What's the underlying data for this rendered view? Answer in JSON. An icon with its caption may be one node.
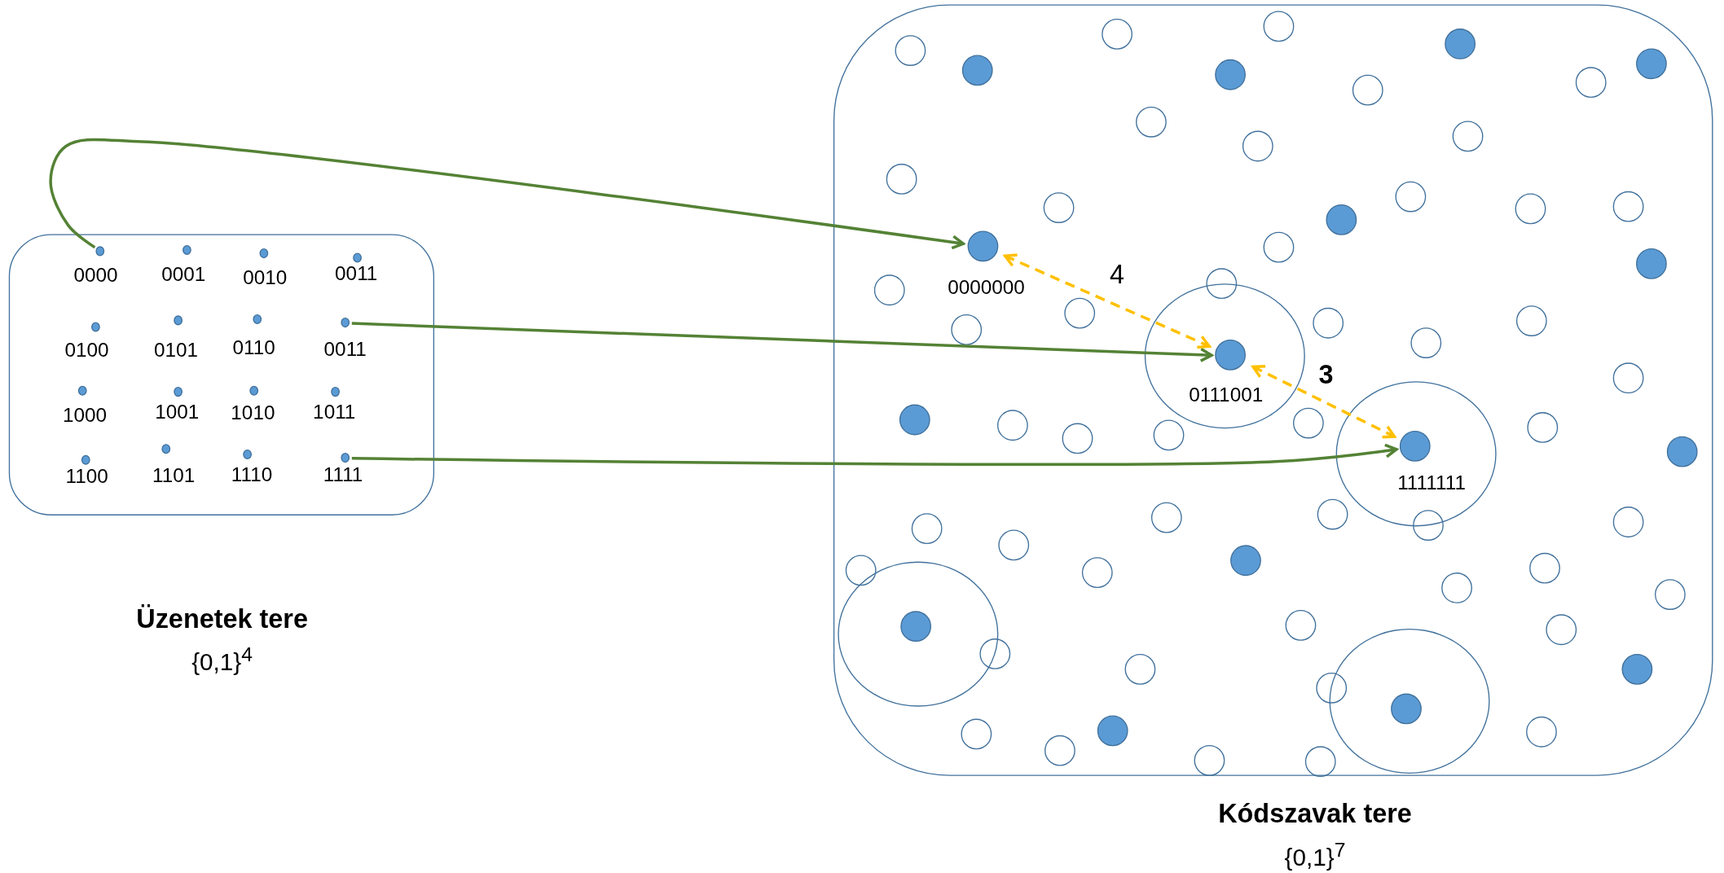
{
  "diagram": {
    "nodes": [
      {
        "text": [],
        "shape": "box"
      },
      {
        "text": [],
        "shape": "dot",
        "in": 0,
        "beside": [
          "0000"
        ]
      },
      {
        "text": [],
        "shape": "dot",
        "in": 0,
        "beside": [
          "0001"
        ]
      },
      {
        "text": [],
        "shape": "dot",
        "in": 0,
        "beside": [
          "0010"
        ]
      },
      {
        "text": [],
        "shape": "dot",
        "in": 0,
        "beside": [
          "0011"
        ]
      },
      {
        "text": [],
        "shape": "dot",
        "in": 0,
        "beside": [
          "0100"
        ]
      },
      {
        "text": [],
        "shape": "dot",
        "in": 0,
        "beside": [
          "0101"
        ]
      },
      {
        "text": [],
        "shape": "dot",
        "in": 0,
        "beside": [
          "0110"
        ]
      },
      {
        "text": [],
        "shape": "dot",
        "in": 0,
        "beside": [
          "0011"
        ]
      },
      {
        "text": [],
        "shape": "dot",
        "in": 0,
        "beside": [
          "1000"
        ]
      },
      {
        "text": [],
        "shape": "dot",
        "in": 0,
        "beside": [
          "1001"
        ]
      },
      {
        "text": [],
        "shape": "dot",
        "in": 0,
        "beside": [
          "1010"
        ]
      },
      {
        "text": [],
        "shape": "dot",
        "in": 0,
        "beside": [
          "1011"
        ]
      },
      {
        "text": [],
        "shape": "dot",
        "in": 0,
        "beside": [
          "1100"
        ]
      },
      {
        "text": [],
        "shape": "dot",
        "in": 0,
        "beside": [
          "1101"
        ]
      },
      {
        "text": [],
        "shape": "dot",
        "in": 0,
        "beside": [
          "1110"
        ]
      },
      {
        "text": [],
        "shape": "dot",
        "in": 0,
        "beside": [
          "1111"
        ]
      },
      {
        "text": [],
        "shape": "box"
      },
      {
        "text": [],
        "shape": "circle",
        "in": 17
      },
      {
        "text": [],
        "shape": "circle",
        "in": 17
      },
      {
        "text": [],
        "shape": "circle",
        "in": 17
      },
      {
        "text": [],
        "shape": "circle",
        "in": 17
      },
      {
        "text": [],
        "shape": "dot",
        "in": 17,
        "beside": [
          "0000000"
        ]
      },
      {
        "text": [],
        "shape": "dot",
        "in": 18,
        "beside": [
          "0111001"
        ]
      },
      {
        "text": [],
        "shape": "dot",
        "in": 19,
        "beside": [
          "1111111"
        ]
      },
      {
        "text": [],
        "shape": "dot",
        "in": 20
      },
      {
        "text": [],
        "shape": "dot",
        "in": 21
      },
      {
        "text": [],
        "shape": "dot",
        "in": 17
      },
      {
        "text": [],
        "shape": "dot",
        "in": 17
      },
      {
        "text": [],
        "shape": "dot",
        "in": 17
      },
      {
        "text": [],
        "shape": "dot",
        "in": 17
      },
      {
        "text": [],
        "shape": "dot",
        "in": 17
      },
      {
        "text": [],
        "shape": "dot",
        "in": 17
      },
      {
        "text": [],
        "shape": "dot",
        "in": 17
      },
      {
        "text": [],
        "shape": "dot",
        "in": 17
      },
      {
        "text": [],
        "shape": "dot",
        "in": 17
      },
      {
        "text": [],
        "shape": "dot",
        "in": 17
      },
      {
        "text": [],
        "shape": "dot",
        "in": 17
      },
      {
        "text": [],
        "shape": "circle",
        "in": 17
      },
      {
        "text": [],
        "shape": "circle",
        "in": 17
      },
      {
        "text": [],
        "shape": "circle",
        "in": 17
      },
      {
        "text": [],
        "shape": "circle",
        "in": 17
      },
      {
        "text": [],
        "shape": "circle",
        "in": 17
      },
      {
        "text": [],
        "shape": "circle",
        "in": 17
      },
      {
        "text": [],
        "shape": "circle",
        "in": 17
      },
      {
        "text": [],
        "shape": "circle",
        "in": 17
      },
      {
        "text": [],
        "shape": "circle",
        "in": 17
      },
      {
        "text": [],
        "shape": "circle",
        "in": 17
      },
      {
        "text": [],
        "shape": "circle",
        "in": 17
      },
      {
        "text": [],
        "shape": "circle",
        "in": 17
      },
      {
        "text": [],
        "shape": "circle",
        "in": 17
      },
      {
        "text": [],
        "shape": "circle",
        "in": 17
      },
      {
        "text": [],
        "shape": "circle",
        "in": 17
      },
      {
        "text": [],
        "shape": "circle",
        "in": 17
      },
      {
        "text": [],
        "shape": "circle",
        "in": 17
      },
      {
        "text": [],
        "shape": "circle",
        "in": 17
      },
      {
        "text": [],
        "shape": "circle",
        "in": 17
      },
      {
        "text": [],
        "shape": "circle",
        "in": 17
      },
      {
        "text": [],
        "shape": "circle",
        "in": 17
      },
      {
        "text": [],
        "shape": "circle",
        "in": 17
      },
      {
        "text": [],
        "shape": "circle",
        "in": 17
      },
      {
        "text": [],
        "shape": "circle",
        "in": 17
      },
      {
        "text": [],
        "shape": "circle",
        "in": 17
      },
      {
        "text": [],
        "shape": "circle",
        "in": 17
      },
      {
        "text": [],
        "shape": "circle",
        "in": 17
      },
      {
        "text": [],
        "shape": "circle",
        "in": 17
      },
      {
        "text": [],
        "shape": "circle",
        "in": 17
      },
      {
        "text": [],
        "shape": "circle",
        "in": 17
      },
      {
        "text": [],
        "shape": "circle",
        "in": 17
      },
      {
        "text": [],
        "shape": "circle",
        "in": 17
      },
      {
        "text": [],
        "shape": "circle",
        "in": 17
      },
      {
        "text": [],
        "shape": "circle",
        "in": 17
      },
      {
        "text": [],
        "shape": "circle",
        "in": 17
      },
      {
        "text": [],
        "shape": "circle",
        "in": 17
      },
      {
        "text": [],
        "shape": "circle",
        "in": 17
      },
      {
        "text": [],
        "shape": "circle",
        "in": 17
      },
      {
        "text": [],
        "shape": "circle",
        "in": 17
      },
      {
        "text": [],
        "shape": "circle",
        "in": 17
      },
      {
        "text": [],
        "shape": "circle",
        "in": 17
      },
      {
        "text": [],
        "shape": "circle",
        "in": 17
      },
      {
        "text": [],
        "shape": "circle",
        "in": 17
      },
      {
        "text": [],
        "shape": "circle",
        "in": 17
      },
      {
        "text": [],
        "shape": "circle",
        "in": 17
      },
      {
        "text": [],
        "shape": "circle",
        "in": 17
      },
      {
        "text": [],
        "shape": "circle",
        "in": 17
      },
      {
        "text": [],
        "shape": "circle",
        "in": 17
      }
    ],
    "edges": [
      {
        "from": 1,
        "to": 22,
        "arrow": "to"
      },
      {
        "from": 8,
        "to": 23,
        "arrow": "to"
      },
      {
        "from": 16,
        "to": 24,
        "arrow": "to"
      },
      {
        "from": 22,
        "to": 23,
        "arrow": "both",
        "label": "4",
        "style": "dashed",
        "color": "#ffc000"
      },
      {
        "from": 23,
        "to": 24,
        "arrow": "both",
        "label": "3",
        "style": "dashed",
        "color": "#ffc000"
      }
    ],
    "labels": [
      "Üzenetek tere",
      "{0,1}$^{4}$",
      "Kódszavak tere",
      "{0,1}$^{7}$"
    ]
  }
}
